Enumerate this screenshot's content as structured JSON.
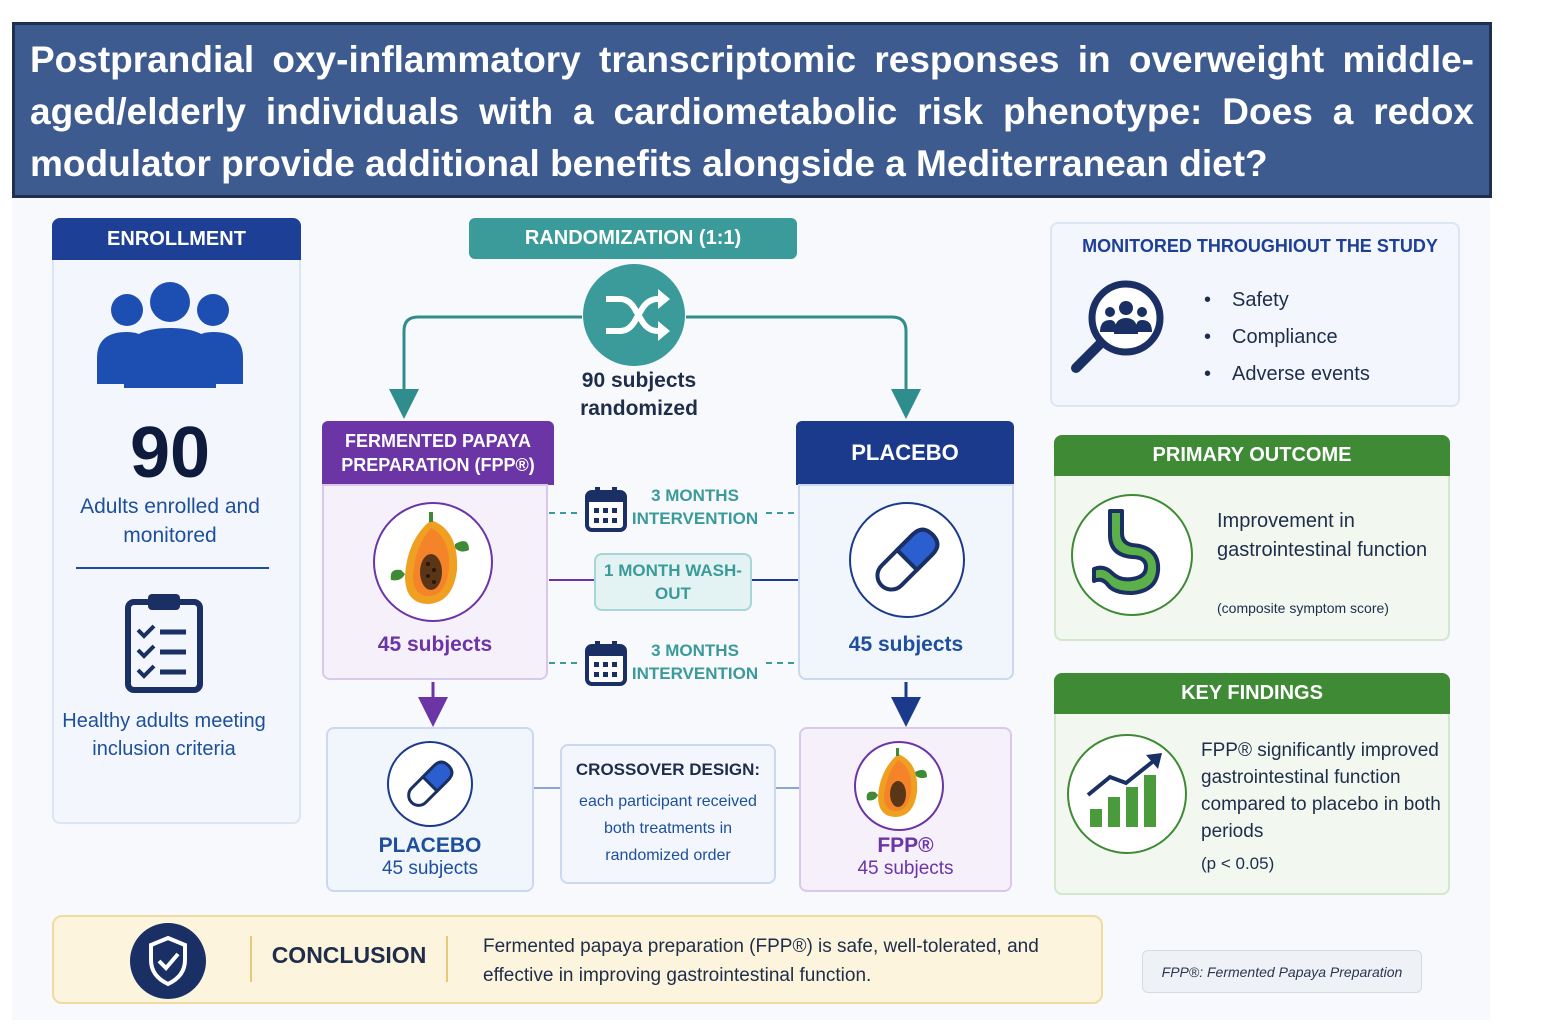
{
  "title": "Postprandial oxy-inflammatory transcriptomic responses in overweight  middle-aged/elderly individuals with a cardiometabolic risk phenotype: Does a redox modulator provide additional benefits alongside a Mediterranean diet?",
  "enrollment": {
    "header": "ENROLLMENT",
    "count": "90",
    "count_label": "Adults enrolled and monitored",
    "inclusion_label": "Healthy adults meeting inclusion criteria"
  },
  "randomization": {
    "header": "RANDOMIZATION (1:1)",
    "label": "90 subjects randomized"
  },
  "fpp_arm": {
    "header": "FERMENTED PAPAYA PREPARATION (FPP®)",
    "subjects": "45 subjects"
  },
  "placebo_arm": {
    "header": "PLACEBO",
    "subjects": "45 subjects"
  },
  "intervention_label": "3 MONTHS INTERVENTION",
  "washout_label": "1 MONTH WASH-OUT",
  "period2": {
    "placebo_label": "PLACEBO",
    "placebo_subjects": "45 subjects",
    "fpp_label": "FPP®",
    "fpp_subjects": "45 subjects"
  },
  "crossover": {
    "title": "CROSSOVER DESIGN:",
    "body": "each participant received both treatments in randomized order"
  },
  "monitored": {
    "title": "MONITORED THROUGHIOUT THE STUDY",
    "items": [
      "Safety",
      "Compliance",
      "Adverse events"
    ]
  },
  "primary_outcome": {
    "header": "PRIMARY OUTCOME",
    "text": "Improvement in gastrointestinal function",
    "note": "(composite symptom score)"
  },
  "key_findings": {
    "header": "KEY FINDINGS",
    "text": "FPP® significantly improved gastrointestinal function compared to placebo in both periods",
    "p_value": "(p < 0.05)"
  },
  "conclusion": {
    "label": "CONCLUSION",
    "text": "Fermented papaya preparation (FPP®) is safe, well-tolerated, and effective in improving gastrointestinal function."
  },
  "footnote": "FPP®: Fermented Papaya Preparation",
  "colors": {
    "title_bg": "#3d5b8f",
    "navy": "#1d3f95",
    "teal": "#3b9a9a",
    "purple": "#6b35a6",
    "green": "#3f8a35",
    "conclusion_bg": "#fcf4dc"
  }
}
